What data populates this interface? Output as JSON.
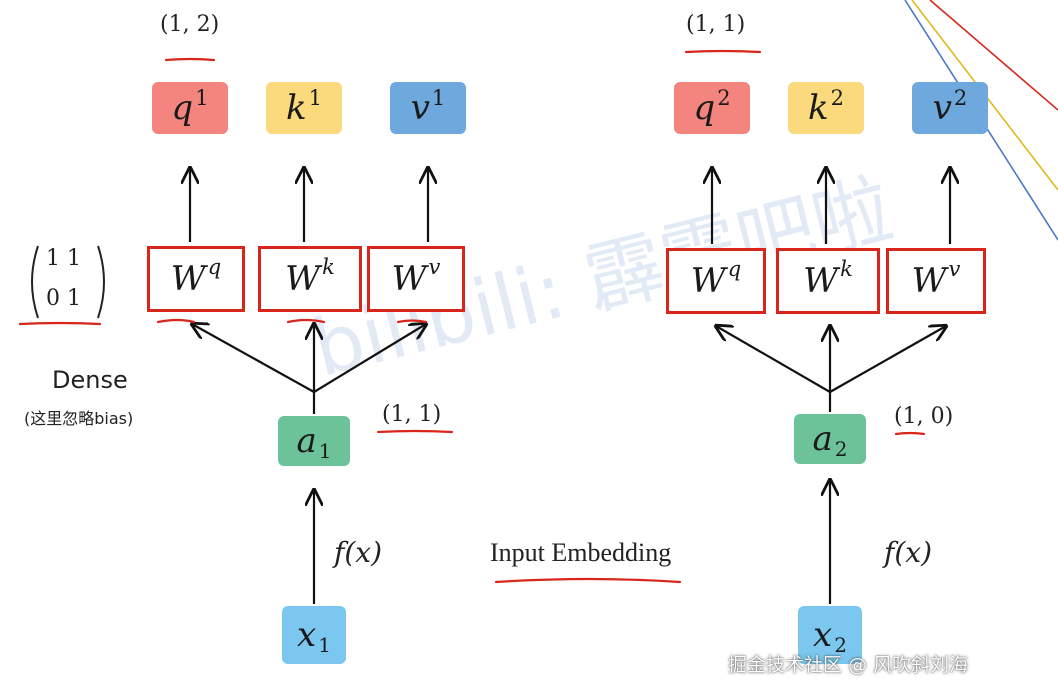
{
  "diagram": {
    "left": {
      "outputs": [
        {
          "base": "q",
          "sup": "1"
        },
        {
          "base": "k",
          "sup": "1"
        },
        {
          "base": "v",
          "sup": "1"
        }
      ],
      "weights": [
        {
          "base": "W",
          "sup": "q"
        },
        {
          "base": "W",
          "sup": "k"
        },
        {
          "base": "W",
          "sup": "v"
        }
      ],
      "embedding": {
        "base": "a",
        "sub": "1"
      },
      "input": {
        "base": "x",
        "sub": "1"
      },
      "func": "f(x)",
      "q_value": "(1, 2)",
      "a_value": "(1, 1)",
      "matrix": {
        "row1": "1   1",
        "row2": "0   1"
      },
      "dense_label": "Dense",
      "dense_note": "(这里忽略bias)"
    },
    "right": {
      "outputs": [
        {
          "base": "q",
          "sup": "2"
        },
        {
          "base": "k",
          "sup": "2"
        },
        {
          "base": "v",
          "sup": "2"
        }
      ],
      "weights": [
        {
          "base": "W",
          "sup": "q"
        },
        {
          "base": "W",
          "sup": "k"
        },
        {
          "base": "W",
          "sup": "v"
        }
      ],
      "embedding": {
        "base": "a",
        "sub": "2"
      },
      "input": {
        "base": "x",
        "sub": "2"
      },
      "func": "f(x)",
      "q_value": "(1, 1)",
      "a_value": "(1, 0)"
    },
    "center_label": "Input Embedding",
    "watermark": "bilibili: 霹雳吧啦",
    "credit": "掘金技术社区 @ 风吹斜刘海"
  },
  "colors": {
    "q": "#f4857e",
    "k": "#fbd97d",
    "v": "#6fa8dc",
    "a": "#6cc39a",
    "x": "#7cc7ef",
    "weight_border": "#d9261c",
    "annotation": "#d9261c"
  }
}
